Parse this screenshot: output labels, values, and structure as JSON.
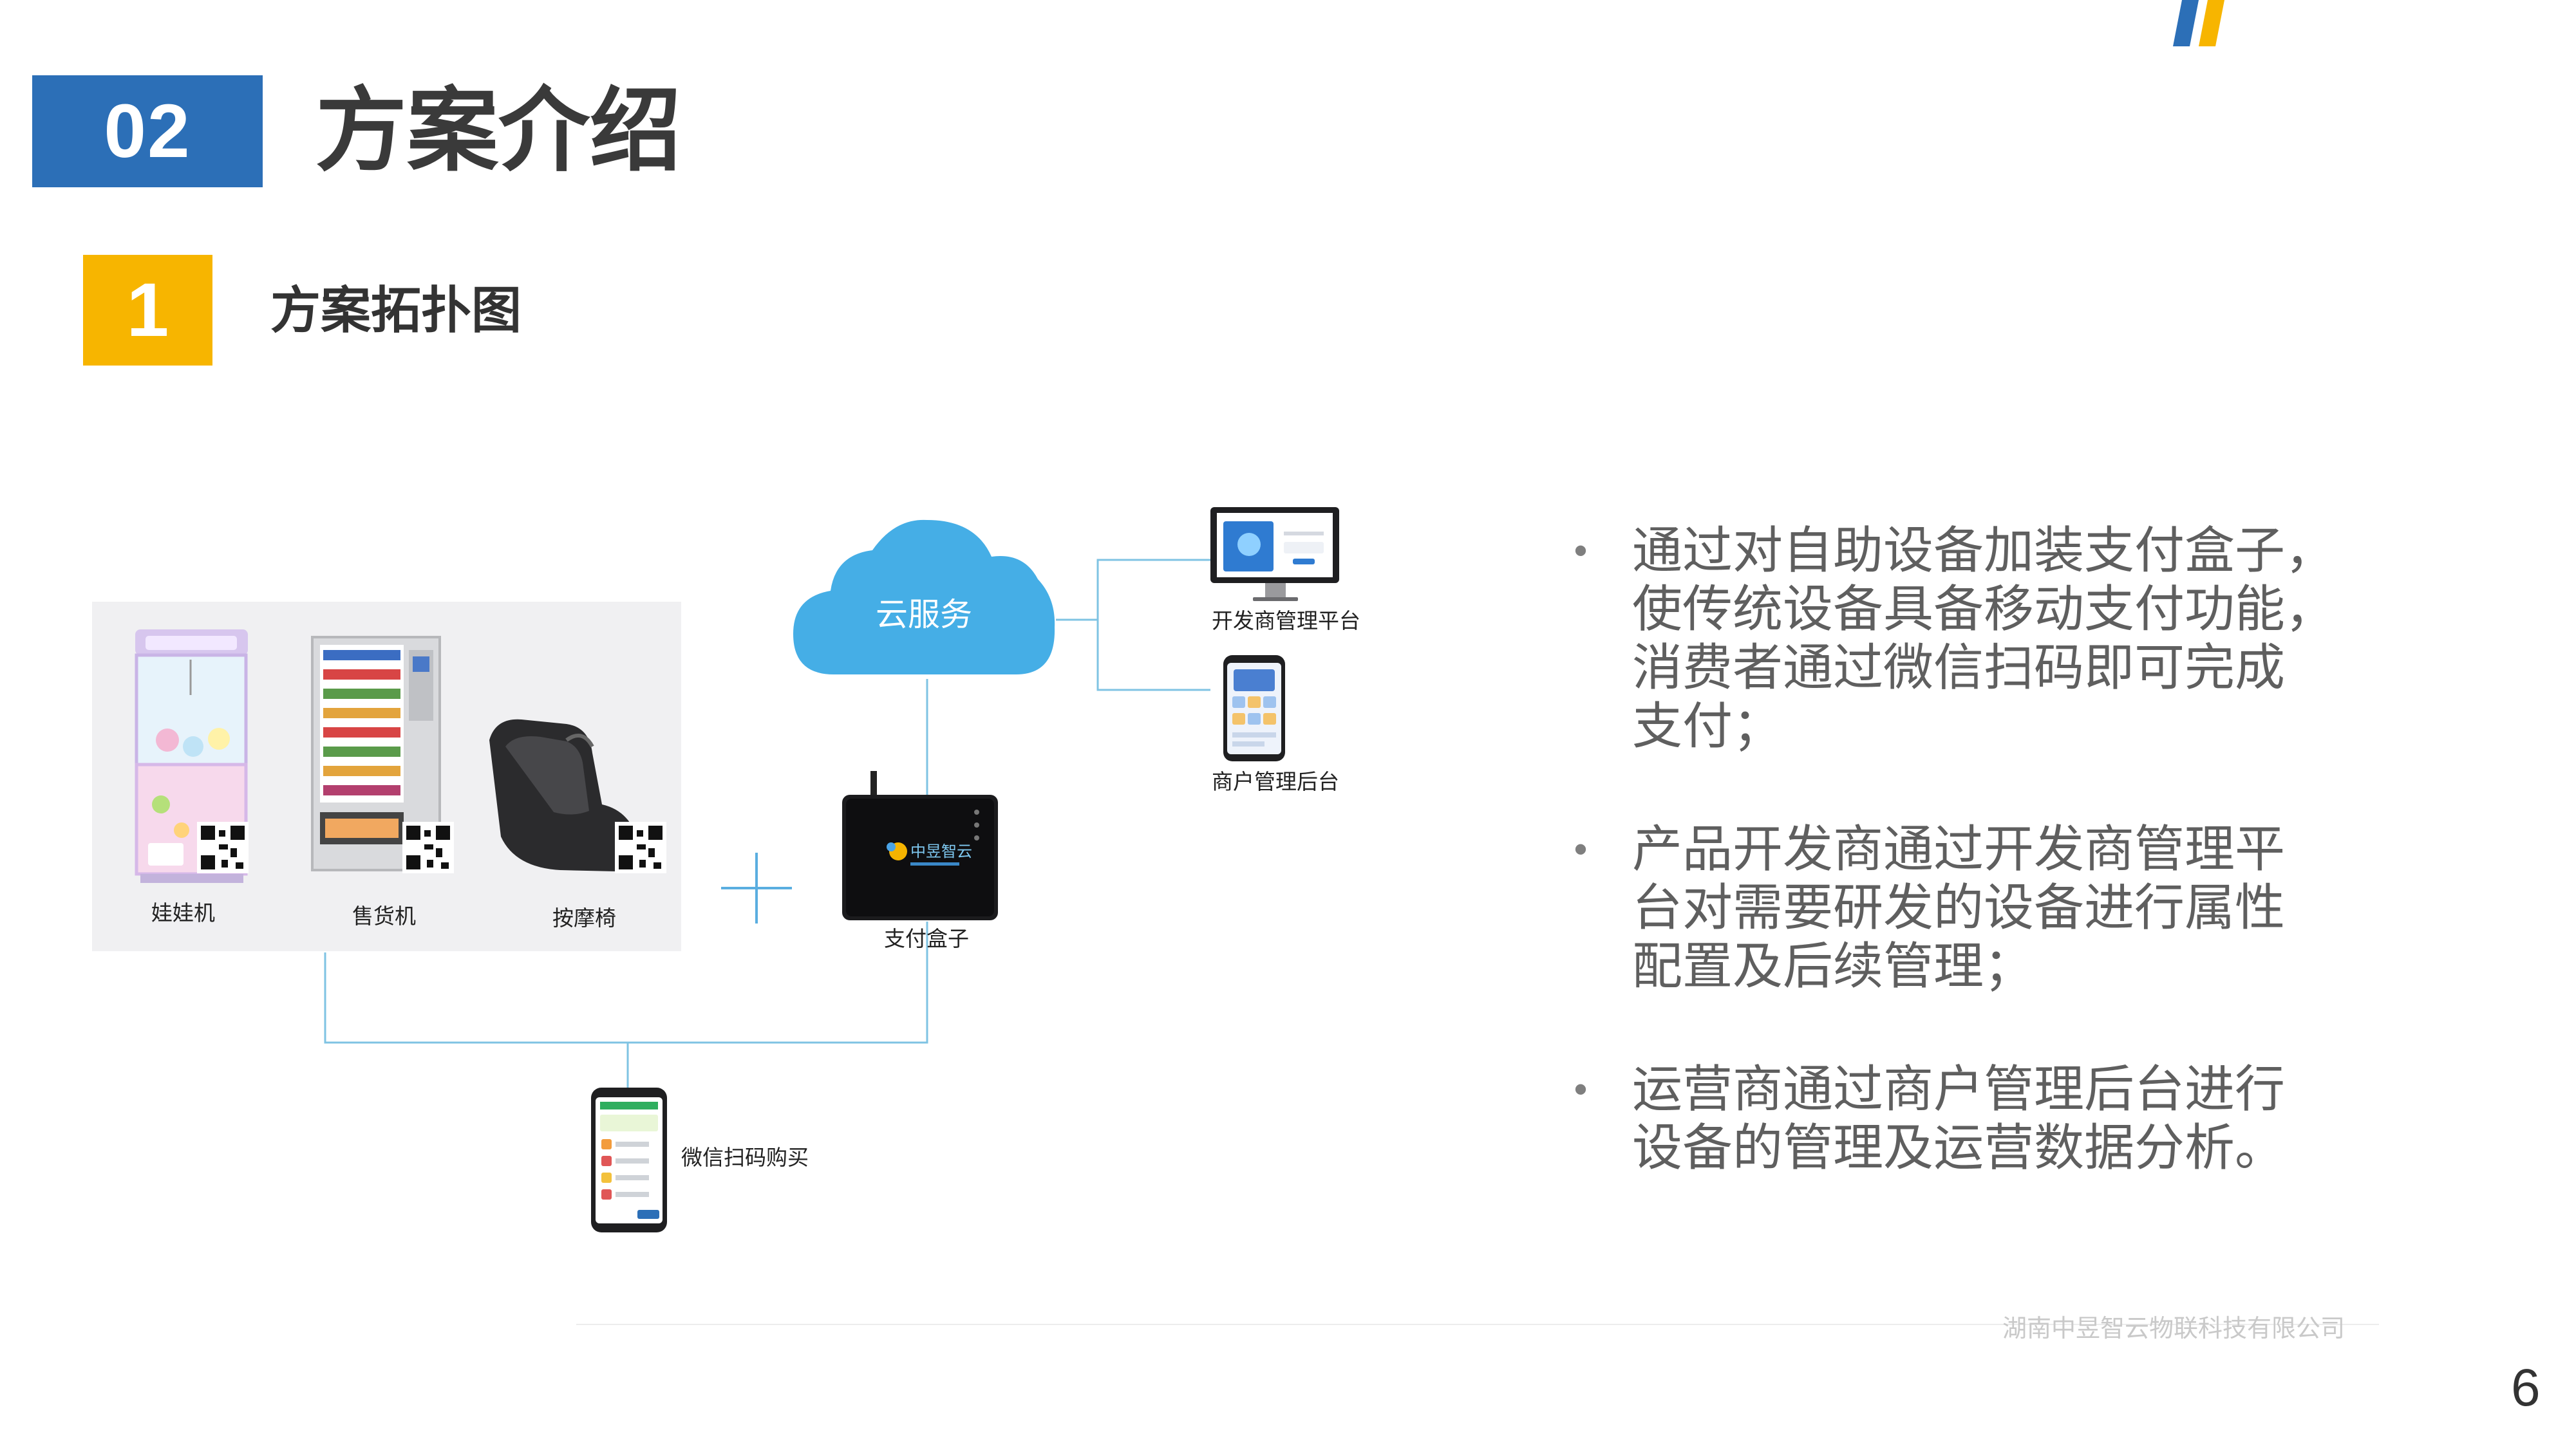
{
  "header": {
    "section_number": "02",
    "section_title": "方案介绍",
    "sub_number": "1",
    "sub_title": "方案拓扑图"
  },
  "diagram": {
    "machines": [
      "娃娃机",
      "售货机",
      "按摩椅"
    ],
    "cloud_label": "云服务",
    "payment_box_label": "支付盒子",
    "payment_box_brand": "中昱智云",
    "developer_platform_label": "开发商管理平台",
    "merchant_backend_label": "商户管理后台",
    "wechat_purchase_label": "微信扫码购买",
    "colors": {
      "cloud": "#45aee6",
      "connector": "#7fc3e3",
      "plus": "#5aaee0"
    }
  },
  "bullets": [
    [
      "通过对自助设备加装支付盒子，",
      "使传统设备具备移动支付功能，",
      "消费者通过微信扫码即可完成",
      "支付；"
    ],
    [
      "产品开发商通过开发商管理平",
      "台对需要研发的设备进行属性",
      "配置及后续管理；"
    ],
    [
      "运营商通过商户管理后台进行",
      "设备的管理及运营数据分析。"
    ]
  ],
  "footer": {
    "company": "湖南中昱智云物联科技有限公司",
    "page_number": "6"
  },
  "colors": {
    "section_box": "#2c6fb7",
    "sub_box": "#f7b500",
    "logo_blue": "#2c6fb7",
    "logo_yellow": "#f7b500"
  }
}
